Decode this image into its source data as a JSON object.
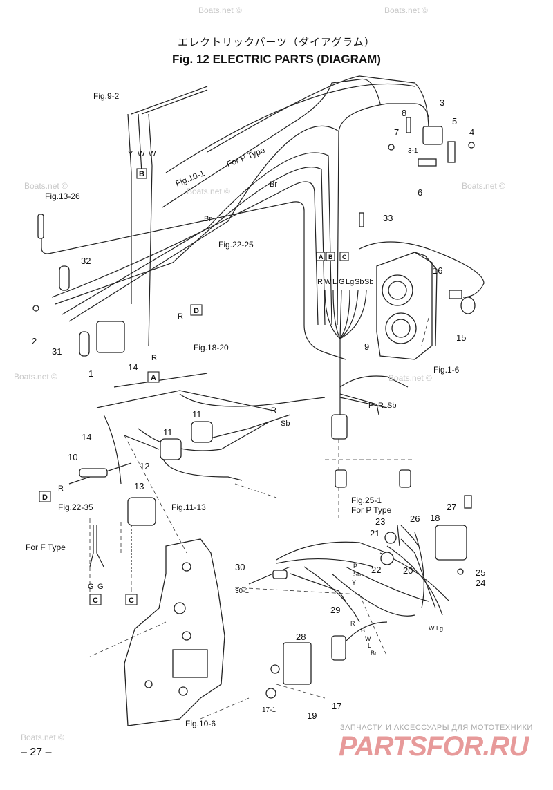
{
  "title_jp": "エレクトリックパーツ（ダイアグラム）",
  "title": "Fig. 12   ELECTRIC PARTS (DIAGRAM)",
  "page_number": "– 27 –",
  "brand_caption": "ЗАПЧАСТИ И АКСЕССУАРЫ ДЛЯ МОТОТЕХНИКИ",
  "brand_logo": "PARTSFOR.RU",
  "watermarks": [
    "Boats.net ©",
    "Boats.net ©",
    "Boats.net ©",
    "Boats.net ©",
    "Boats.net ©",
    "Boats.net ©",
    "Boats.net ©",
    "Boats.net ©"
  ],
  "refs": {
    "fig9_2": "Fig.9-2",
    "fig13_26": "Fig.13-26",
    "fig10_1": "Fig.10-1",
    "for_p_type": "For P Type",
    "fig22_25": "Fig.22-25",
    "fig18_20": "Fig.18-20",
    "fig1_6": "Fig.1-6",
    "fig25_1": "Fig.25-1",
    "fig25_1_sub": "For P Type",
    "fig11_13": "Fig.11-13",
    "fig22_35": "Fig.22-35",
    "for_f_type": "For F Type",
    "fig10_6": "Fig.10-6"
  },
  "parts": {
    "p1": "1",
    "p2": "2",
    "p3": "3",
    "p3_1": "3-1",
    "p4": "4",
    "p5": "5",
    "p6": "6",
    "p7": "7",
    "p8": "8",
    "p9": "9",
    "p10": "10",
    "p11a": "11",
    "p11b": "11",
    "p12": "12",
    "p13": "13",
    "p14a": "14",
    "p14b": "14",
    "p15": "15",
    "p16": "16",
    "p17": "17",
    "p17_1": "17-1",
    "p18": "18",
    "p19": "19",
    "p20": "20",
    "p21": "21",
    "p22": "22",
    "p23": "23",
    "p24": "24",
    "p25": "25",
    "p26": "26",
    "p27": "27",
    "p28": "28",
    "p29": "29",
    "p30": "30",
    "p30_1": "30-1",
    "p31": "31",
    "p32": "32",
    "p33": "33"
  },
  "wire_codes": {
    "top": [
      "Y",
      "W",
      "W"
    ],
    "harness": [
      "R",
      "W",
      "L",
      "G",
      "Lg",
      "Sb",
      "Sb"
    ],
    "mid": [
      "P",
      "R",
      "Sb"
    ],
    "gc": [
      "G",
      "G"
    ],
    "r_a": "R",
    "r_d": "R",
    "r_10": "R",
    "br1": "Br",
    "br2": "Br",
    "r_mid": "R",
    "sb_mid": "Sb",
    "psy": [
      "P",
      "Sb",
      "Y"
    ],
    "tail": [
      "R",
      "B",
      "W",
      "L",
      "Br"
    ],
    "wlg": "W Lg"
  },
  "connectors": {
    "B": "B",
    "A": "A",
    "D1": "D",
    "D2": "D",
    "C1": "C",
    "C2": "C",
    "hA": "A",
    "hB": "B",
    "hC": "C"
  }
}
